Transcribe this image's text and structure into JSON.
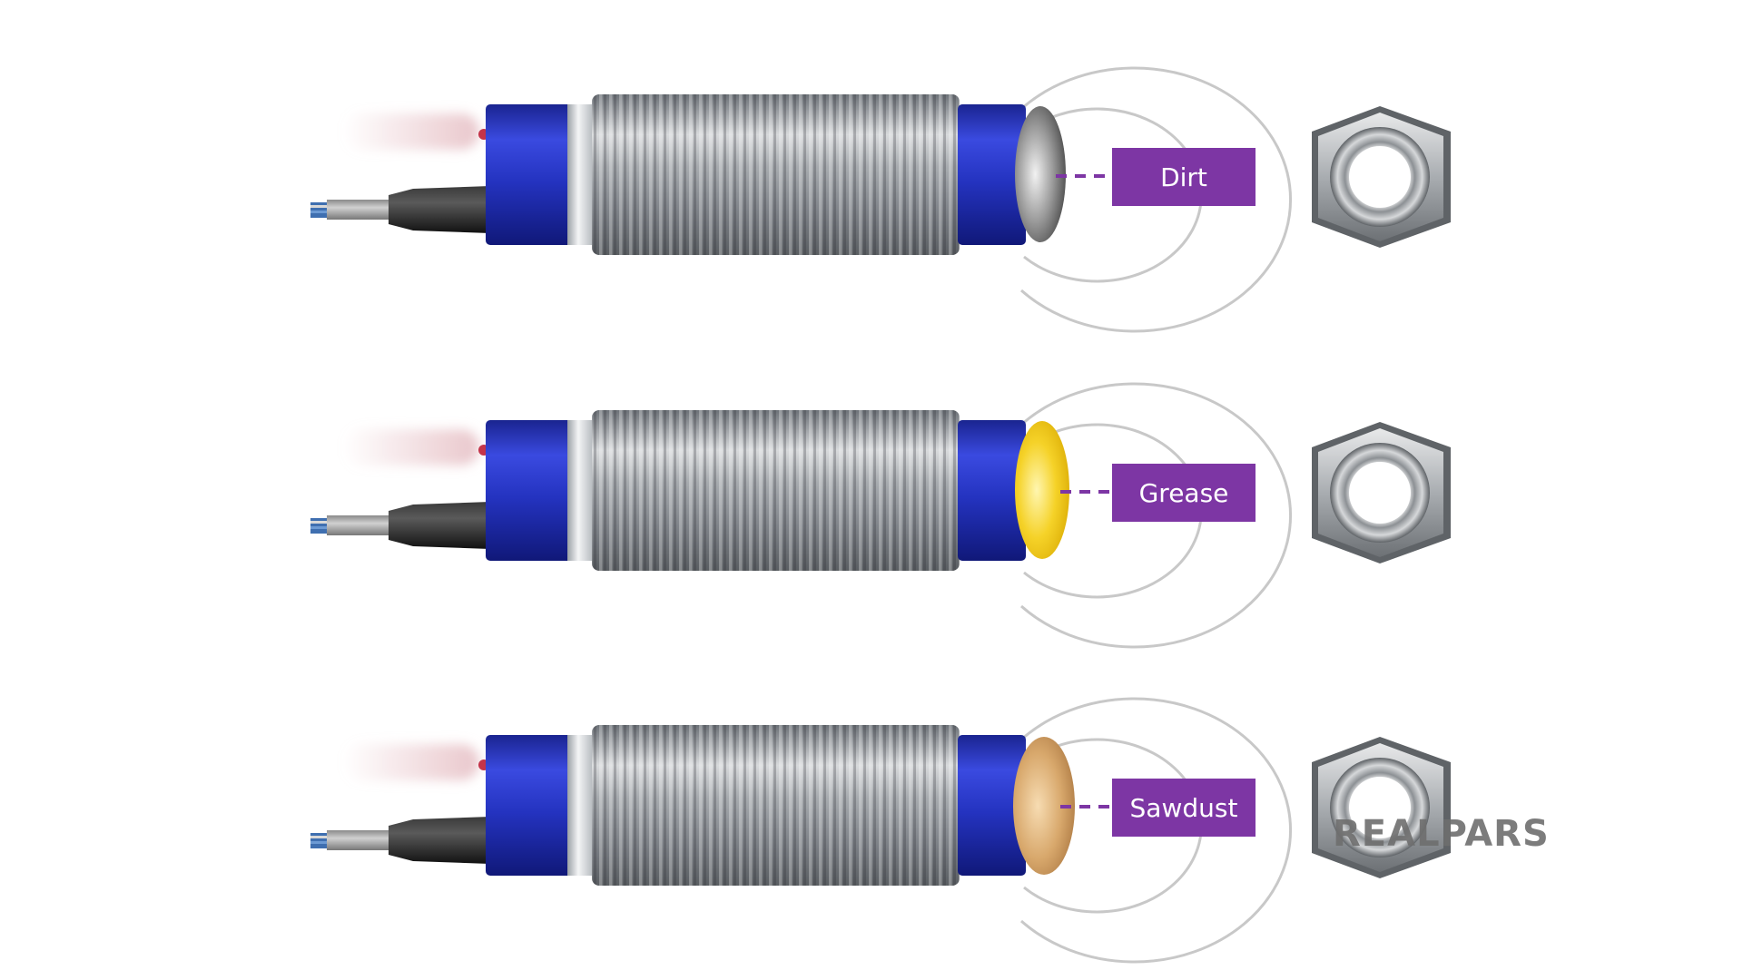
{
  "diagram": {
    "sensors": [
      {
        "contaminant": "dirt",
        "label": "Dirt"
      },
      {
        "contaminant": "grease",
        "label": "Grease"
      },
      {
        "contaminant": "sawdust",
        "label": "Sawdust"
      }
    ]
  },
  "branding": {
    "logo_text": "REALPARS"
  },
  "colors": {
    "sensor_cap_blue": "#2a37c8",
    "label_purple": "#7d36a4",
    "field_ring": "#c8c8c8",
    "logo_gray": "#6e6e6e"
  }
}
